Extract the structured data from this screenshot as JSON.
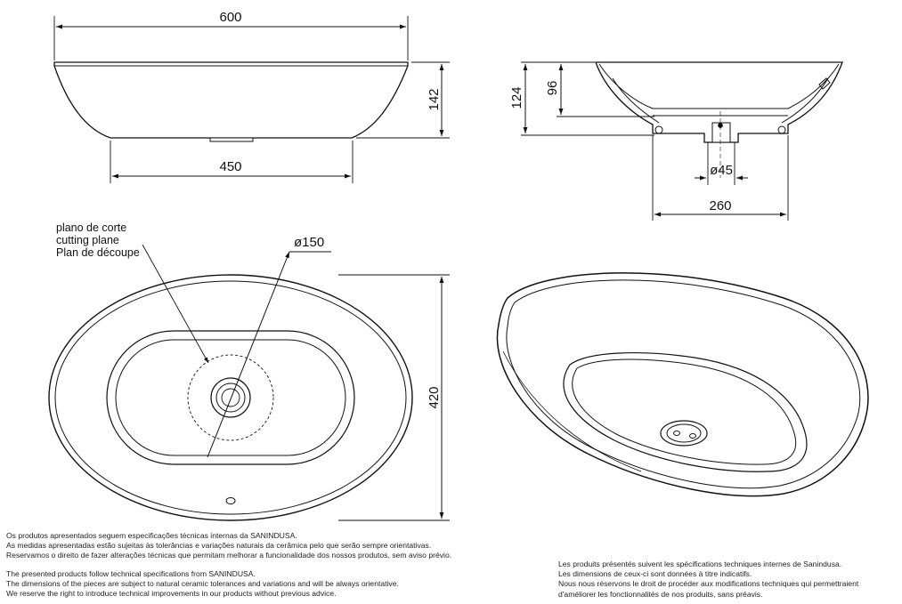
{
  "dimensions": {
    "top_width": "600",
    "base_width": "450",
    "height_total": "142",
    "height_section": "124",
    "depth_inner": "96",
    "waste_diameter": "ø45",
    "foot_diameter": "260",
    "depth_plan": "420",
    "drain_diameter": "ø150"
  },
  "cutting_plane": {
    "pt": "plano de corte",
    "en": "cutting plane",
    "fr": "Plan de découpe"
  },
  "notes_pt": [
    "Os produtos apresentados seguem especificações técnicas internas da SANINDUSA.",
    "As medidas apresentadas estão sujeitas às tolerâncias e variações naturais da cerâmica pelo que serão sempre orientativas.",
    "Reservamos o direito de fazer alterações técnicas que permitam melhorar a funcionalidade dos nossos produtos, sem aviso prévio."
  ],
  "notes_en": [
    "The presented products follow technical specifications from SANINDUSA.",
    "The dimensions of the pieces are subject to natural ceramic tolerances and variations and will be always orientative.",
    "We reserve the right to introduce technical improvements in our products without previous advice."
  ],
  "notes_fr": [
    "Les produits présentés suivent les spécifications techniques internes de Sanindusa.",
    "Les dimensions de ceux-ci sont données à titre indicatifs.",
    "Nous nous réservons le droit de procéder aux modifications techniques qui permettraient",
    "d'améliorer les fonctionnalités de nos produits, sans préavis."
  ]
}
